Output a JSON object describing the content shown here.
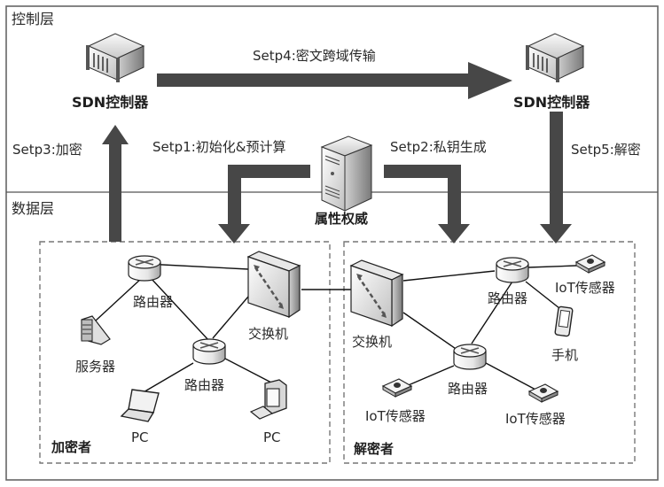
{
  "layers": {
    "control": "控制层",
    "data": "数据层"
  },
  "controllers": {
    "left": "SDN控制器",
    "right": "SDN控制器"
  },
  "authority": "属性权威",
  "steps": {
    "step1": "Setp1:初始化&预计算",
    "step2": "Setp2:私钥生成",
    "step3": "Setp3:加密",
    "step4": "Setp4:密文跨域传输",
    "step5": "Setp5:解密"
  },
  "encryptor": {
    "title": "加密者",
    "router_top": "路由器",
    "router_bottom": "路由器",
    "switch": "交换机",
    "server": "服务器",
    "pc_laptop": "PC",
    "pc_desktop": "PC"
  },
  "decryptor": {
    "title": "解密者",
    "switch": "交换机",
    "router_top": "路由器",
    "router_bottom": "路由器",
    "iot_top_right": "IoT传感器",
    "phone": "手机",
    "iot_bottom_left": "IoT传感器",
    "iot_bottom_right": "IoT传感器"
  },
  "colors": {
    "arrow": "#474747",
    "frame": "#666666",
    "dash": "#777777"
  }
}
